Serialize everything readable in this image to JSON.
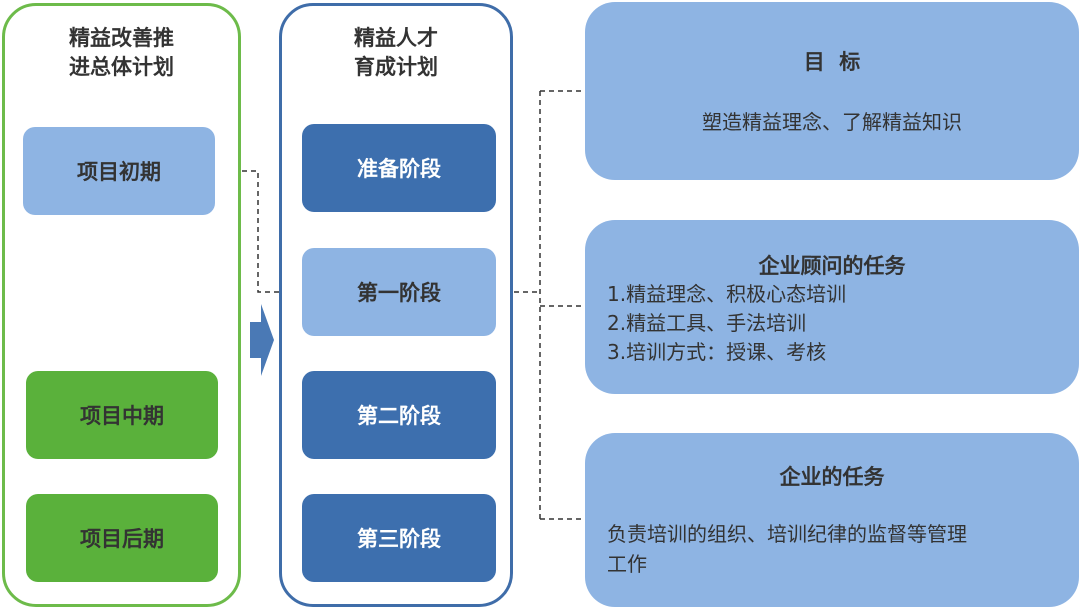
{
  "left_panel": {
    "title_lines": [
      "精益改善推",
      "进总体计划"
    ],
    "items": [
      "项目初期",
      "项目中期",
      "项目后期"
    ]
  },
  "mid_panel": {
    "title_lines": [
      "精益人才",
      "育成计划"
    ],
    "stages": [
      "准备阶段",
      "第一阶段",
      "第二阶段",
      "第三阶段"
    ]
  },
  "cards": {
    "goal": {
      "title": "目  标",
      "text": "塑造精益理念、了解精益知识"
    },
    "consultant": {
      "title": "企业顾问的任务",
      "lines": [
        "1.精益理念、积极心态培训",
        "2.精益工具、手法培训",
        "3.培训方式：授课、考核"
      ]
    },
    "enterprise": {
      "title": "企业的任务",
      "lines": [
        "负责培训的组织、培训纪律的监督等管理",
        "工作"
      ]
    }
  },
  "colors": {
    "green_border": "#6dbb4a",
    "green_fill": "#5ab13b",
    "blue_border": "#3f6da9",
    "dark_blue": "#3d6fae",
    "light_blue": "#8eb4e3",
    "arrow": "#4a79b5"
  }
}
